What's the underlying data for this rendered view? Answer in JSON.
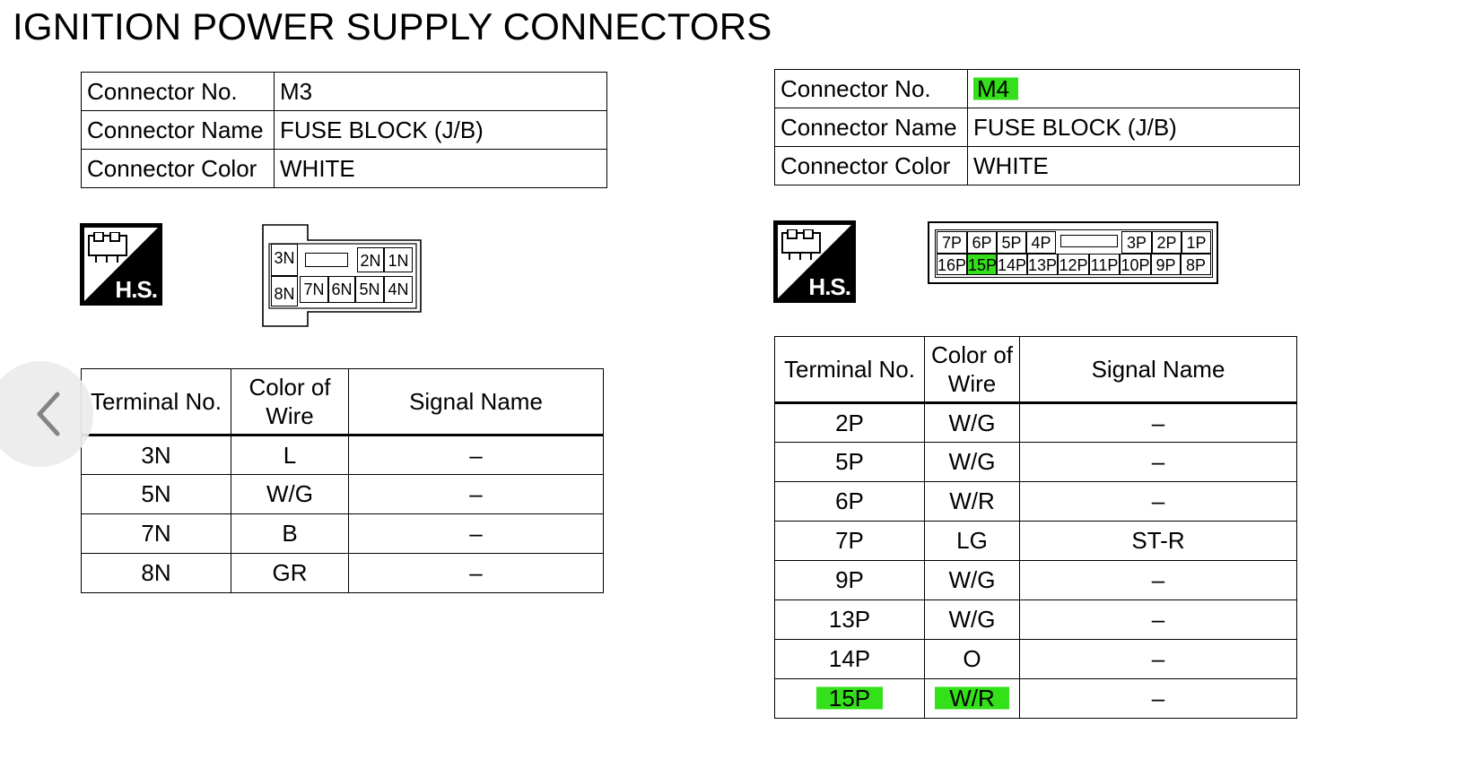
{
  "page_title": "IGNITION POWER SUPPLY CONNECTORS",
  "left": {
    "info": [
      {
        "label": "Connector No.",
        "value": "M3"
      },
      {
        "label": "Connector Name",
        "value": "FUSE BLOCK (J/B)"
      },
      {
        "label": "Connector Color",
        "value": "WHITE"
      }
    ],
    "hs_label": "H.S.",
    "diagram": [
      "3N",
      "2N",
      "1N",
      "8N",
      "7N",
      "6N",
      "5N",
      "4N"
    ],
    "terminal_headers": [
      "Terminal No.",
      "Color of Wire",
      "Signal Name"
    ],
    "terminals": [
      {
        "no": "3N",
        "color": "L",
        "signal": "–"
      },
      {
        "no": "5N",
        "color": "W/G",
        "signal": "–"
      },
      {
        "no": "7N",
        "color": "B",
        "signal": "–"
      },
      {
        "no": "8N",
        "color": "GR",
        "signal": "–"
      }
    ]
  },
  "right": {
    "info": [
      {
        "label": "Connector No.",
        "value": "M4"
      },
      {
        "label": "Connector Name",
        "value": "FUSE BLOCK (J/B)"
      },
      {
        "label": "Connector Color",
        "value": "WHITE"
      }
    ],
    "hs_label": "H.S.",
    "diagram_top": [
      "7P",
      "6P",
      "5P",
      "4P",
      "3P",
      "2P",
      "1P"
    ],
    "diagram_bottom": [
      "16P",
      "15P",
      "14P",
      "13P",
      "12P",
      "11P",
      "10P",
      "9P",
      "8P"
    ],
    "terminal_headers": [
      "Terminal No.",
      "Color of Wire",
      "Signal Name"
    ],
    "terminals": [
      {
        "no": "2P",
        "color": "W/G",
        "signal": "–"
      },
      {
        "no": "5P",
        "color": "W/G",
        "signal": "–"
      },
      {
        "no": "6P",
        "color": "W/R",
        "signal": "–"
      },
      {
        "no": "7P",
        "color": "LG",
        "signal": "ST-R"
      },
      {
        "no": "9P",
        "color": "W/G",
        "signal": "–"
      },
      {
        "no": "13P",
        "color": "W/G",
        "signal": "–"
      },
      {
        "no": "14P",
        "color": "O",
        "signal": "–"
      },
      {
        "no": "15P",
        "color": "W/R",
        "signal": "–"
      }
    ]
  },
  "highlight_color": "#33e01a",
  "nav": {
    "back_icon": "chevron-left-icon"
  }
}
